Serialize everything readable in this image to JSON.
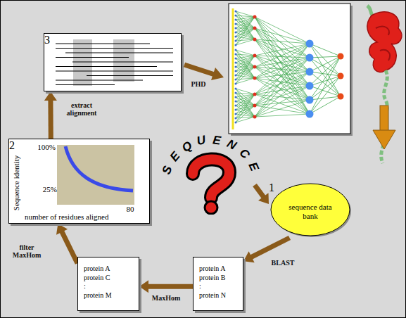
{
  "diagram": {
    "nodes": [
      {
        "text": [
          "SEQUENCE"
        ]
      },
      {
        "text": [
          "sequence data bank",
          "1"
        ]
      },
      {
        "text": [
          "protein A",
          "protein B",
          ":",
          "protein N"
        ]
      },
      {
        "text": [
          "protein A",
          "protein C",
          ":",
          "protein M"
        ]
      },
      {
        "text": [
          "2",
          "Sequence identity",
          "100%",
          "25%",
          "80",
          "number of residues aligned"
        ]
      },
      {
        "text": [
          "3"
        ]
      }
    ],
    "edges": [
      {
        "from": 0,
        "to": 1,
        "arrow": "to"
      },
      {
        "from": 1,
        "to": 2,
        "label": "BLAST",
        "arrow": "to"
      },
      {
        "from": 2,
        "to": 3,
        "label": "MaxHom",
        "arrow": "to"
      },
      {
        "from": 3,
        "to": 4,
        "label": "filter MaxHom",
        "arrow": "to"
      },
      {
        "from": 4,
        "to": 5,
        "label": "extract alignment",
        "arrow": "to"
      }
    ],
    "labels": [
      "PHD"
    ]
  }
}
